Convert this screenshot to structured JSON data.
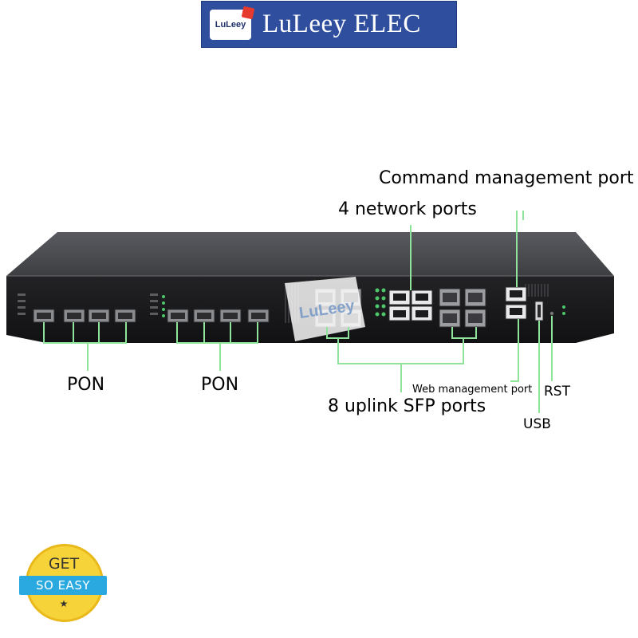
{
  "banner": {
    "badge_text": "LuLeey",
    "brand_name": "LuLeey ELEC"
  },
  "device": {
    "watermark": "LuLeey"
  },
  "callouts": {
    "command_management_port": "Command management port",
    "network_ports": "4 network ports",
    "pon_left": "PON",
    "pon_right": "PON",
    "web_management_port": "Web management port",
    "rst": "RST",
    "uplink_sfp_ports": "8 uplink SFP ports",
    "usb": "USB"
  },
  "sticker": {
    "get": "GET",
    "so_easy": "SO EASY",
    "star": "★"
  },
  "colors": {
    "banner_bg": "#2f4f9e",
    "callout_line": "#8fe39a",
    "chassis_front": "#1a1a1c",
    "chassis_top": "#4a4b4f",
    "sticker_yellow": "#f7d33a",
    "sticker_blue": "#29a9e0"
  }
}
